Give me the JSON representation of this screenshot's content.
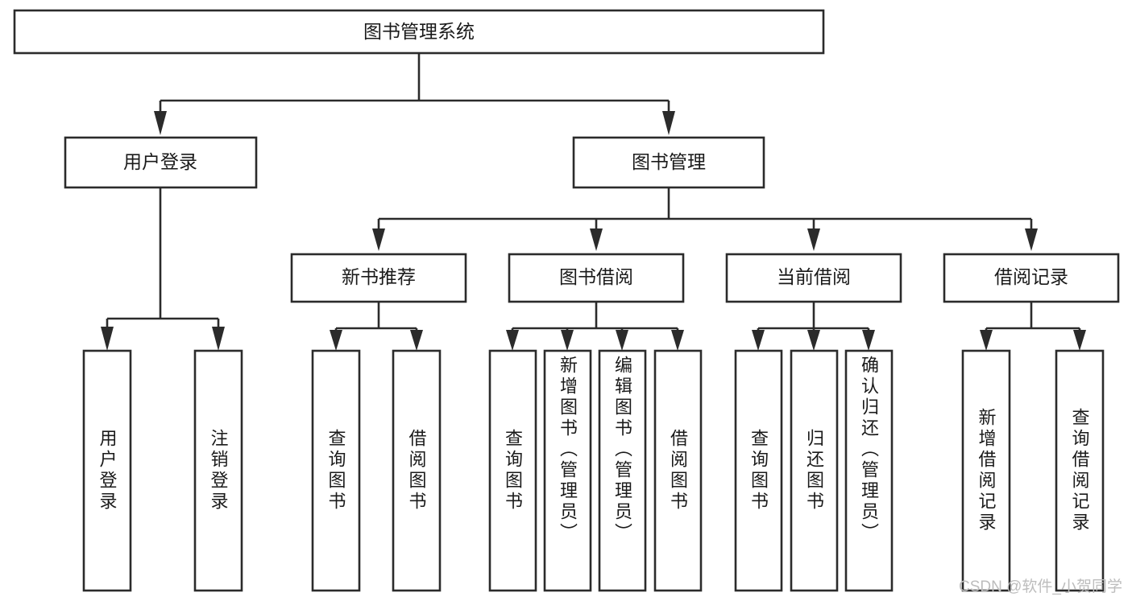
{
  "diagram": {
    "title": "图书管理系统",
    "type": "hierarchy-tree",
    "watermark": "CSDN @软件_小贺同学",
    "colors": {
      "stroke": "#2b2b2b",
      "fill": "#ffffff",
      "text": "#1a1a1a",
      "watermark": "#bdbdbd"
    },
    "levels": {
      "root": "图书管理系统",
      "level2": [
        "用户登录",
        "图书管理"
      ],
      "level3": [
        "新书推荐",
        "图书借阅",
        "当前借阅",
        "借阅记录"
      ],
      "level4_groups": [
        [
          "用户登录",
          "注销登录"
        ],
        [
          "查询图书",
          "借阅图书"
        ],
        [
          "查询图书",
          "新增图书（管理员）",
          "编辑图书（管理员）",
          "借阅图书"
        ],
        [
          "查询图书",
          "归还图书",
          "确认归还（管理员）"
        ],
        [
          "新增借阅记录",
          "查询借阅记录"
        ]
      ]
    },
    "nodes": {
      "root": {
        "label": "图书管理系统"
      },
      "user_login": {
        "label": "用户登录"
      },
      "book_manage": {
        "label": "图书管理"
      },
      "new_book_rec": {
        "label": "新书推荐"
      },
      "book_borrow": {
        "label": "图书借阅"
      },
      "current_borrow": {
        "label": "当前借阅"
      },
      "borrow_record": {
        "label": "借阅记录"
      },
      "leaf_user_login": {
        "label": "用户登录"
      },
      "leaf_logout": {
        "label": "注销登录"
      },
      "leaf_query_book_a": {
        "label": "查询图书"
      },
      "leaf_borrow_book_a": {
        "label": "借阅图书"
      },
      "leaf_query_book_b": {
        "label": "查询图书"
      },
      "leaf_add_book": {
        "label": "新增图书（管理员）"
      },
      "leaf_edit_book": {
        "label": "编辑图书（管理员）"
      },
      "leaf_borrow_book_b": {
        "label": "借阅图书"
      },
      "leaf_query_book_c": {
        "label": "查询图书"
      },
      "leaf_return_book": {
        "label": "归还图书"
      },
      "leaf_confirm_return": {
        "label": "确认归还（管理员）"
      },
      "leaf_add_record": {
        "label": "新增借阅记录"
      },
      "leaf_query_record": {
        "label": "查询借阅记录"
      }
    }
  }
}
